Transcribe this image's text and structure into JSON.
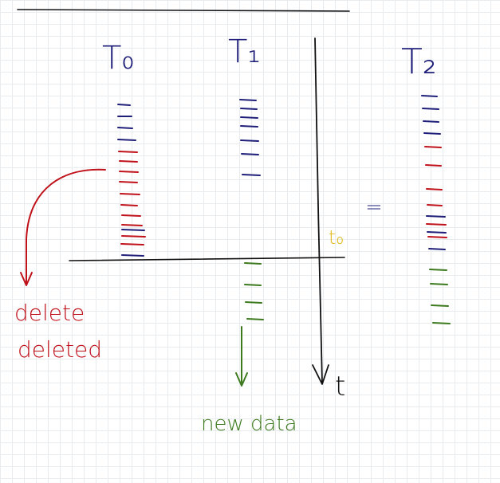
{
  "colors": {
    "ink": "#111111",
    "navy": "#1f1f7a",
    "red": "#c0121b",
    "green": "#3d7a1e",
    "yellow": "#e3b817"
  },
  "labels": {
    "t0": "T₀",
    "t1": "T₁",
    "t2": "T₂",
    "equals": "=",
    "time_axis": "t",
    "split_point": "t₀",
    "delete_line1": "delete",
    "delete_line2": "deleted",
    "new_data": "new data"
  }
}
